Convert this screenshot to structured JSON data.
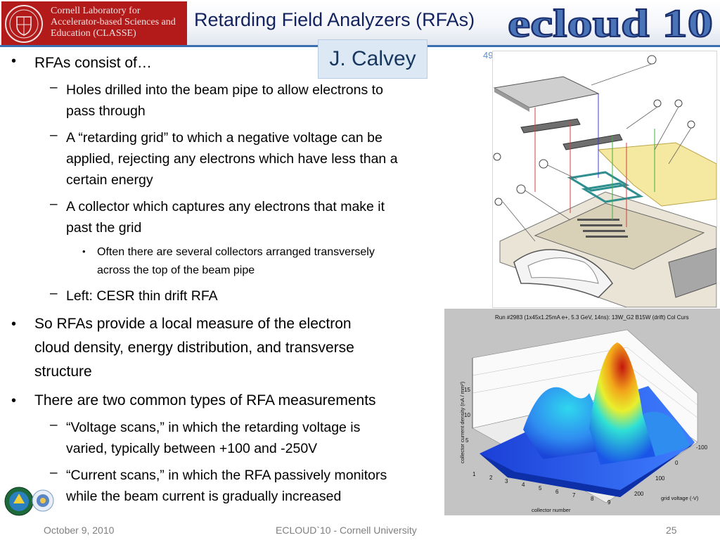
{
  "header": {
    "institution_lines": [
      "Cornell Laboratory for",
      "Accelerator-based Sciences and",
      "Education (CLASSE)"
    ],
    "title": "Retarding Field Analyzers (RFAs)",
    "logo_text": "ecloud 10",
    "author": "J. Calvey",
    "page_ref": "49"
  },
  "body": [
    {
      "level": 1,
      "text": "RFAs consist of…"
    },
    {
      "level": 2,
      "lines": [
        "Holes drilled into the beam pipe to allow electrons to",
        "pass through"
      ]
    },
    {
      "level": 2,
      "lines": [
        "A “retarding grid” to which a negative voltage can be",
        "applied, rejecting any electrons which have less than a",
        "certain energy"
      ]
    },
    {
      "level": 2,
      "lines": [
        "A collector which captures any electrons that make it",
        "past the grid"
      ]
    },
    {
      "level": 3,
      "lines": [
        "Often there are several collectors arranged transversely",
        "across the top of the beam pipe"
      ]
    },
    {
      "level": 2,
      "lines": [
        "Left: CESR thin drift RFA"
      ]
    },
    {
      "level": 1,
      "lines": [
        "So RFAs provide a local measure of the electron",
        "cloud density, energy distribution, and transverse",
        "structure"
      ]
    },
    {
      "level": 1,
      "lines": [
        "There are two common types of RFA measurements"
      ]
    },
    {
      "level": 2,
      "lines": [
        "“Voltage scans,” in which the retarding voltage is",
        "varied, typically between +100 and -250V"
      ]
    },
    {
      "level": 2,
      "lines": [
        "“Current scans,” in which the RFA passively monitors",
        "while the beam current is gradually increased"
      ]
    }
  ],
  "plot": {
    "caption": "Run #2983 (1x45x1.25mA e+, 5.3 GeV, 14ns):  13W_G2 B15W (drift) Col Curs",
    "zlabel": "collector current density (nA / mm²)",
    "z_ticks": [
      "5",
      "10",
      "15"
    ],
    "x_ticks": [
      "1",
      "2",
      "3",
      "4",
      "5",
      "6",
      "7",
      "8",
      "9"
    ],
    "xlabel": "collector number",
    "y_ticks": [
      "-100",
      "0",
      "100",
      "200"
    ],
    "ylabel": "grid voltage (-V)"
  },
  "footer": {
    "date": "October 9, 2010",
    "center": "ECLOUD`10 - Cornell University",
    "page": "25"
  },
  "colors": {
    "cornell_red": "#b31b1b",
    "title_navy": "#13235f",
    "header_rule": "#3b6fb0",
    "footer_gray": "#7f7f7f"
  }
}
